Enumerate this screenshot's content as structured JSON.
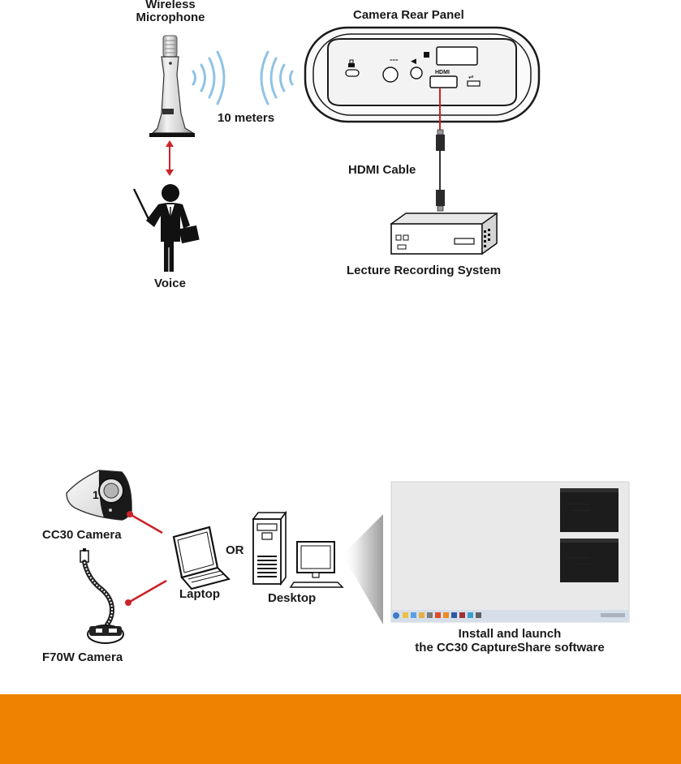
{
  "top_diagram": {
    "wireless_microphone_label": "Wireless\nMicrophone",
    "camera_rear_panel_label": "Camera Rear Panel",
    "distance_label": "10 meters",
    "hdmi_cable_label": "HDMI Cable",
    "voice_label": "Voice",
    "lecture_recording_label": "Lecture Recording System",
    "hdmi_port_label": "HDMI"
  },
  "bottom_diagram": {
    "cc30_label": "CC30 Camera",
    "f70w_label": "F70W Camera",
    "laptop_label": "Laptop",
    "or_label": "OR",
    "desktop_label": "Desktop",
    "install_caption": "Install and launch\nthe CC30 CaptureShare software"
  },
  "colors": {
    "connector_red": "#cc2229",
    "signal_blue": "#8fc3e6",
    "footer_orange": "#ef8200",
    "device_dark": "#1c1c1c",
    "screen_bg": "#e9e9e9"
  }
}
